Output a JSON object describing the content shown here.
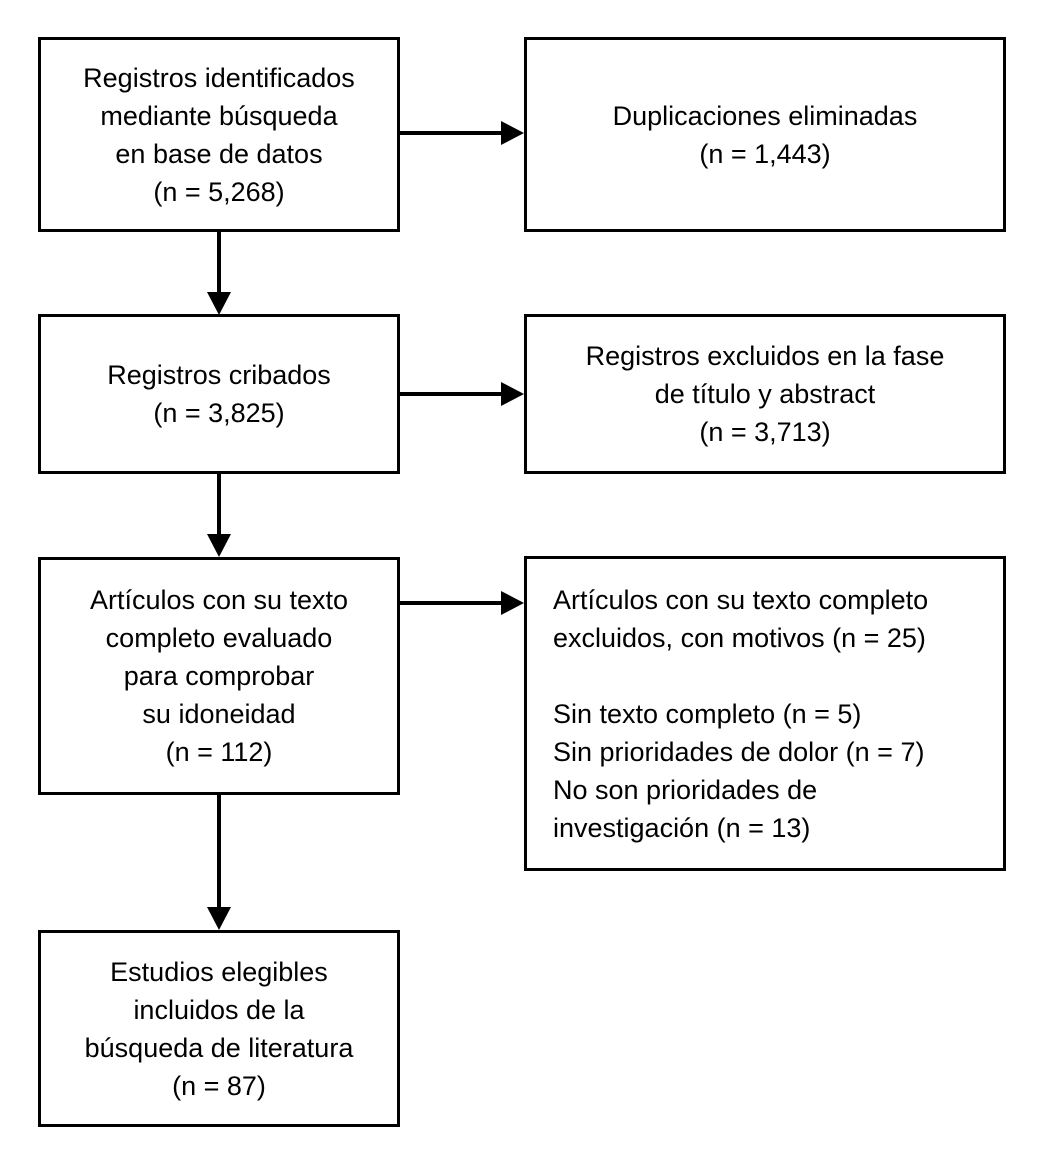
{
  "colors": {
    "background": "#ffffff",
    "box_border": "#000000",
    "text": "#000000",
    "arrow": "#000000"
  },
  "boxes": [
    {
      "id": "identified",
      "lines": [
        "Registros identificados",
        "mediante búsqueda",
        "en base de datos",
        "(n = 5,268)"
      ]
    },
    {
      "id": "duplicates-removed",
      "lines": [
        "Duplicaciones eliminadas",
        "(n = 1,443)"
      ]
    },
    {
      "id": "screened",
      "lines": [
        "Registros cribados",
        "(n = 3,825)"
      ]
    },
    {
      "id": "excluded-title-abstract",
      "lines": [
        "Registros excluidos en la fase",
        "de título y abstract",
        "(n = 3,713)"
      ]
    },
    {
      "id": "fulltext-assessed",
      "lines": [
        "Artículos con su texto",
        "completo evaluado",
        "para comprobar",
        "su idoneidad",
        "(n = 112)"
      ]
    },
    {
      "id": "fulltext-excluded",
      "lines": [
        "Artículos con su texto completo",
        "excluidos, con motivos (n = 25)",
        "",
        "Sin texto completo (n = 5)",
        "Sin prioridades de dolor (n = 7)",
        "No son prioridades de",
        "investigación (n = 13)"
      ]
    },
    {
      "id": "included",
      "lines": [
        "Estudios elegibles",
        "incluidos de la",
        "búsqueda de literatura",
        "(n = 87)"
      ]
    }
  ]
}
